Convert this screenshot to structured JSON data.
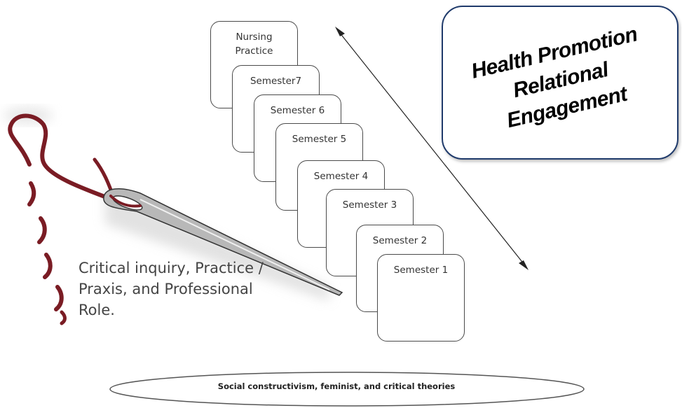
{
  "cards": [
    {
      "lines": [
        "Nursing",
        "Practice"
      ]
    },
    {
      "lines": [
        "Semester7"
      ]
    },
    {
      "lines": [
        "Semester 6"
      ]
    },
    {
      "lines": [
        "Semester 5"
      ]
    },
    {
      "lines": [
        "Semester 4"
      ]
    },
    {
      "lines": [
        "Semester 3"
      ]
    },
    {
      "lines": [
        "Semester 2"
      ]
    },
    {
      "lines": [
        "Semester 1"
      ]
    }
  ],
  "focus_box": {
    "line1": "Health Promotion",
    "line2": "Relational Engagement"
  },
  "thread_label": "Critical inquiry, Practice / Praxis, and Professional Role.",
  "foundation_label": "Social constructivism, feminist, and critical theories",
  "colors": {
    "thread": "#7a1c24",
    "needle": "#b8b8b8",
    "box_border": "#1f3a6b",
    "card_border": "#4a4a4a"
  }
}
